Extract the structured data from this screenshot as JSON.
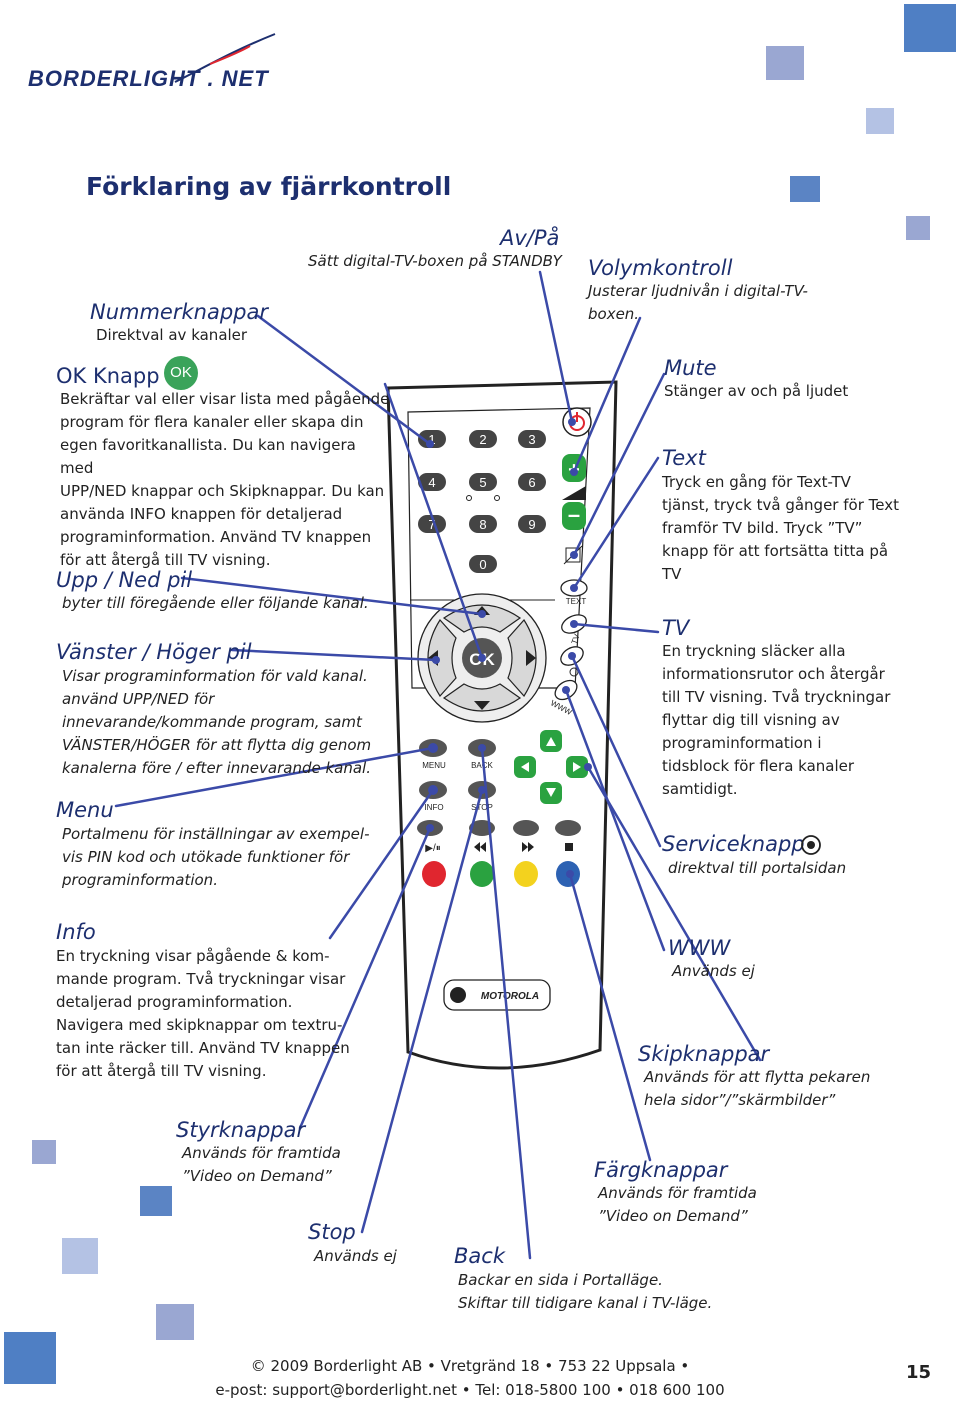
{
  "logo": {
    "text": "BORDERLIGHT . NET"
  },
  "page_title": "Förklaring av fjärrkontroll",
  "sections": {
    "avpa": {
      "title": "Av/På",
      "desc": "Sätt digital-TV-boxen på STANDBY"
    },
    "volym": {
      "title": "Volymkontroll",
      "desc1": "Justerar ljudnivån i digital-TV-",
      "desc2": "boxen."
    },
    "nummer": {
      "title": "Nummerknappar",
      "desc": "Direktval av kanaler"
    },
    "ok": {
      "title": "OK Knapp",
      "badge": "OK",
      "lines": [
        "Bekräftar val eller visar lista med pågående",
        "program för flera kanaler eller skapa din",
        "egen favoritkanallista. Du kan navigera med",
        "UPP/NED knappar och Skipknappar. Du kan",
        "använda INFO knappen för detaljerad",
        "programinformation. Använd TV knappen",
        "för att återgå till TV visning."
      ]
    },
    "uppned": {
      "title": "Upp / Ned pil",
      "desc": "byter till föregående eller följande kanal."
    },
    "vh": {
      "title": "Vänster / Höger pil",
      "lines": [
        "Visar programinformation för vald kanal.",
        "använd UPP/NED för",
        "innevarande/kommande program, samt",
        "VÄNSTER/HÖGER för att flytta dig genom",
        "kanalerna före / efter innevarande kanal."
      ]
    },
    "menu": {
      "title": "Menu",
      "lines": [
        "Portalmenu för inställningar av exempel-",
        "vis PIN kod och utökade funktioner för",
        "programinformation."
      ]
    },
    "info": {
      "title": "Info",
      "lines": [
        "En tryckning visar pågående  & kom-",
        "mande program. Två tryckningar visar",
        "detaljerad  programinformation.",
        "Navigera med skipknappar om textru-",
        "tan inte räcker till. Använd TV knappen",
        "för att återgå till TV visning."
      ]
    },
    "styr": {
      "title": "Styrknappar",
      "lines": [
        "Används för framtida",
        "”Video on Demand”"
      ]
    },
    "stop": {
      "title": "Stop",
      "desc": "Används ej"
    },
    "back": {
      "title": "Back",
      "lines": [
        "Backar en sida i Portalläge.",
        "Skiftar till tidigare kanal i TV-läge."
      ]
    },
    "farg": {
      "title": "Färgknappar",
      "lines": [
        "Används för framtida",
        "”Video on Demand”"
      ]
    },
    "skip": {
      "title": "Skipknappar",
      "lines": [
        "Används för att flytta pekaren",
        "hela sidor”/”skärmbilder”"
      ]
    },
    "www": {
      "title": "WWW",
      "desc": "Används ej"
    },
    "service": {
      "title": "Serviceknapp",
      "desc": "direktval till portalsidan"
    },
    "tv": {
      "title": "TV",
      "lines": [
        "En tryckning släcker alla",
        "informationsrutor och återgår",
        "till TV visning. Två tryckningar",
        "flyttar dig till visning av",
        "programinformation i",
        "tidsblock för flera kanaler",
        "samtidigt."
      ]
    },
    "text": {
      "title": "Text",
      "lines": [
        "Tryck en gång för Text-TV",
        "tjänst, tryck två gånger för Text",
        "framför TV bild. Tryck ”TV”",
        "knapp för att fortsätta titta på",
        "TV"
      ]
    },
    "mute": {
      "title": "Mute",
      "desc": "Stänger av och på ljudet"
    }
  },
  "remote": {
    "digits": [
      "1",
      "2",
      "3",
      "4",
      "5",
      "6",
      "7",
      "8",
      "9",
      "0"
    ],
    "ok": "OK",
    "menu": "MENU",
    "back": "BACK",
    "info": "INFO",
    "stop": "STOP",
    "playpause": "▶/⏸",
    "text": "TEXT",
    "tv": "TV",
    "www": "WWW",
    "brand": "MOTOROLA"
  },
  "footer": {
    "line1": "© 2009 Borderlight AB • Vretgränd 18 • 753 22 Uppsala •",
    "line2": "e-post: support@borderlight.net • Tel: 018-5800 100 • 018 600 100"
  },
  "page_number": "15",
  "colors": {
    "brand_blue": "#1d2f6f",
    "accent": "#3a62b0",
    "red": "#e0262f",
    "green": "#2aa240",
    "yellow": "#f3d21e",
    "button_blue": "#2d62b3",
    "ok_green": "#3aa35a"
  }
}
